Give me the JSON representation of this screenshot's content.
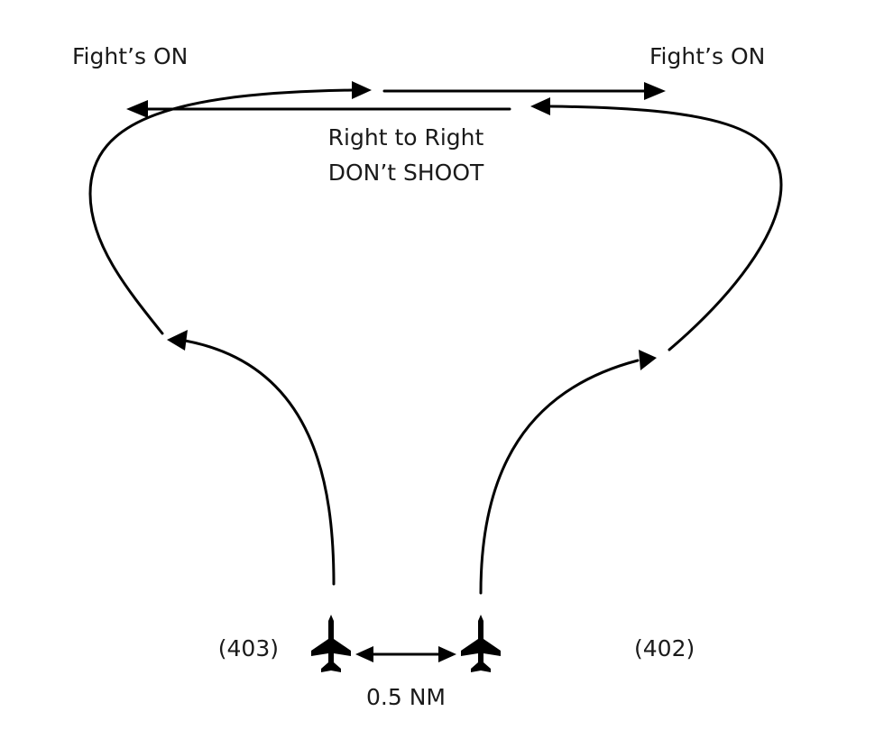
{
  "labels": {
    "fights_on_left": "Fight’s ON",
    "fights_on_right": "Fight’s ON",
    "right_to_right": "Right to Right",
    "dont_shoot": "DON’t SHOOT",
    "left_aircraft_id": "(403)",
    "right_aircraft_id": "(402)",
    "separation": "0.5 NM"
  },
  "icons": {
    "aircraft": "fighter-jet-icon"
  },
  "colors": {
    "ink": "#000000",
    "background": "#ffffff"
  }
}
